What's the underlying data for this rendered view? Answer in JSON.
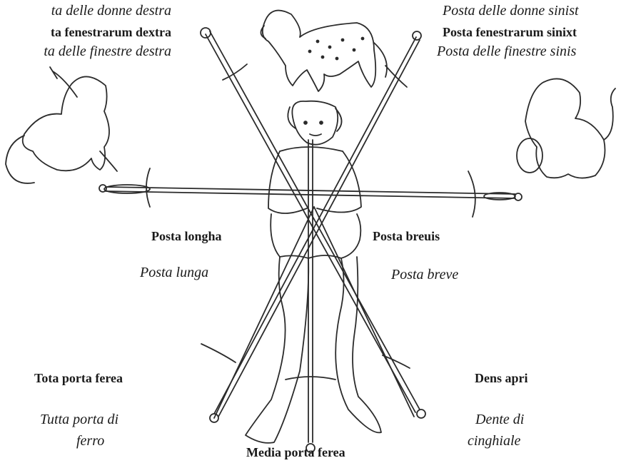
{
  "labels": {
    "top_left": {
      "italic_1": "ta delle donne destra",
      "bold": "ta fenestrarum dextra",
      "italic_2": "ta delle finestre destra"
    },
    "top_right": {
      "italic_1": "Posta delle donne sinist",
      "bold": "Posta fenestrarum sinixt",
      "italic_2": "Posta delle finestre sinis"
    },
    "longha": {
      "latin": "Posta longha",
      "italian": "Posta lunga"
    },
    "breuis": {
      "latin": "Posta breuis",
      "italian": "Posta breve"
    },
    "tota": {
      "latin": "Tota porta ferea",
      "italian_1": "Tutta porta di",
      "italian_2": "ferro"
    },
    "dens": {
      "latin": "Dens apri",
      "italian_1": "Dente di",
      "italian_2": "cinghiale"
    },
    "media": {
      "latin": "Media porta ferea"
    }
  }
}
